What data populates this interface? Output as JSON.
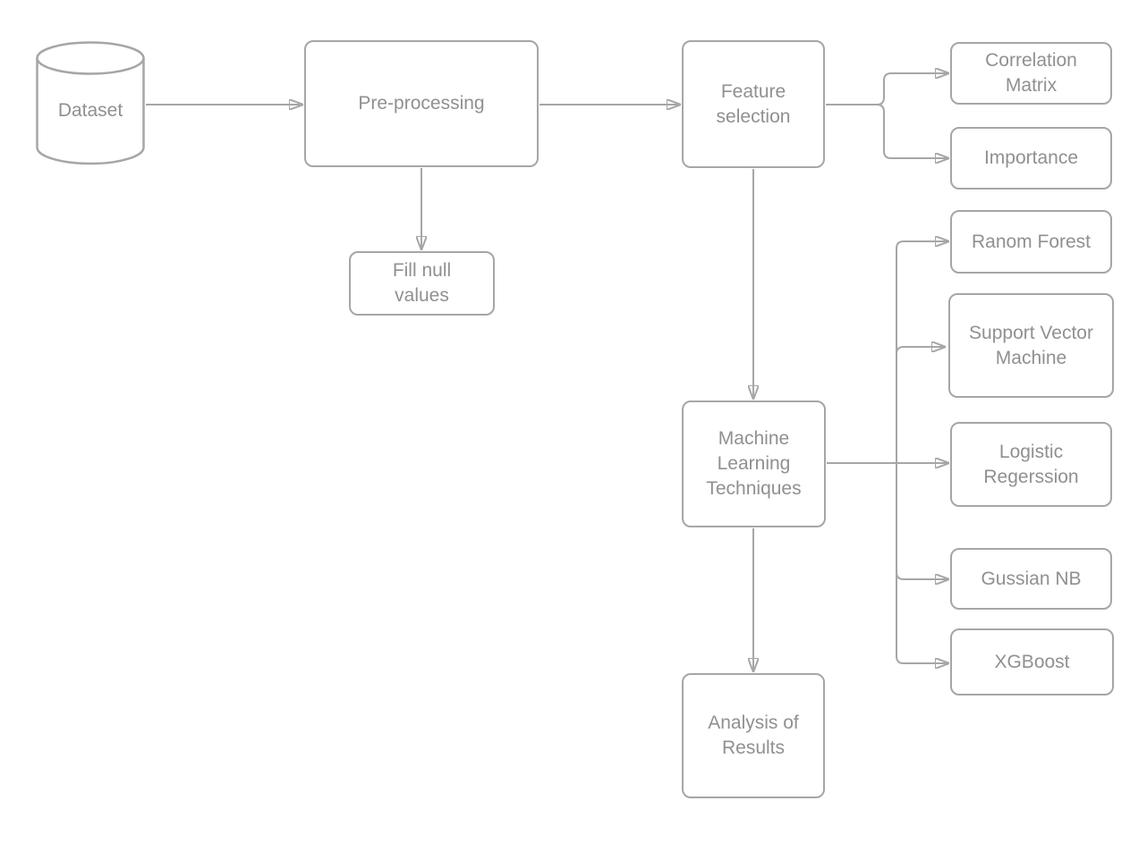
{
  "diagram": {
    "colors": {
      "stroke": "#a6a6a6",
      "text": "#909090",
      "node_fill": "#ffffff",
      "background": "#ffffff"
    },
    "nodes": {
      "dataset": {
        "label": "Dataset",
        "shape": "cylinder"
      },
      "preprocessing": {
        "label": "Pre-processing",
        "shape": "rounded-rect"
      },
      "fill_null": {
        "label": "Fill null values",
        "shape": "rounded-rect"
      },
      "feature_selection": {
        "label": "Feature selection",
        "shape": "rounded-rect"
      },
      "correlation_matrix": {
        "label": "Correlation Matrix",
        "shape": "rounded-rect"
      },
      "importance": {
        "label": "Importance",
        "shape": "rounded-rect"
      },
      "ml_techniques": {
        "label": "Machine Learning Techniques",
        "shape": "rounded-rect"
      },
      "random_forest": {
        "label": "Ranom Forest",
        "shape": "rounded-rect"
      },
      "svm": {
        "label": "Support Vector Machine",
        "shape": "rounded-rect"
      },
      "logistic_regression": {
        "label": "Logistic Regerssion",
        "shape": "rounded-rect"
      },
      "gussian_nb": {
        "label": "Gussian NB",
        "shape": "rounded-rect"
      },
      "xgboost": {
        "label": "XGBoost",
        "shape": "rounded-rect"
      },
      "analysis": {
        "label": "Analysis of Results",
        "shape": "rounded-rect"
      }
    },
    "edges": [
      {
        "from": "dataset",
        "to": "preprocessing"
      },
      {
        "from": "preprocessing",
        "to": "feature_selection"
      },
      {
        "from": "preprocessing",
        "to": "fill_null"
      },
      {
        "from": "feature_selection",
        "to": "correlation_matrix"
      },
      {
        "from": "feature_selection",
        "to": "importance"
      },
      {
        "from": "feature_selection",
        "to": "ml_techniques"
      },
      {
        "from": "ml_techniques",
        "to": "random_forest"
      },
      {
        "from": "ml_techniques",
        "to": "svm"
      },
      {
        "from": "ml_techniques",
        "to": "logistic_regression"
      },
      {
        "from": "ml_techniques",
        "to": "gussian_nb"
      },
      {
        "from": "ml_techniques",
        "to": "xgboost"
      },
      {
        "from": "ml_techniques",
        "to": "analysis"
      }
    ]
  }
}
